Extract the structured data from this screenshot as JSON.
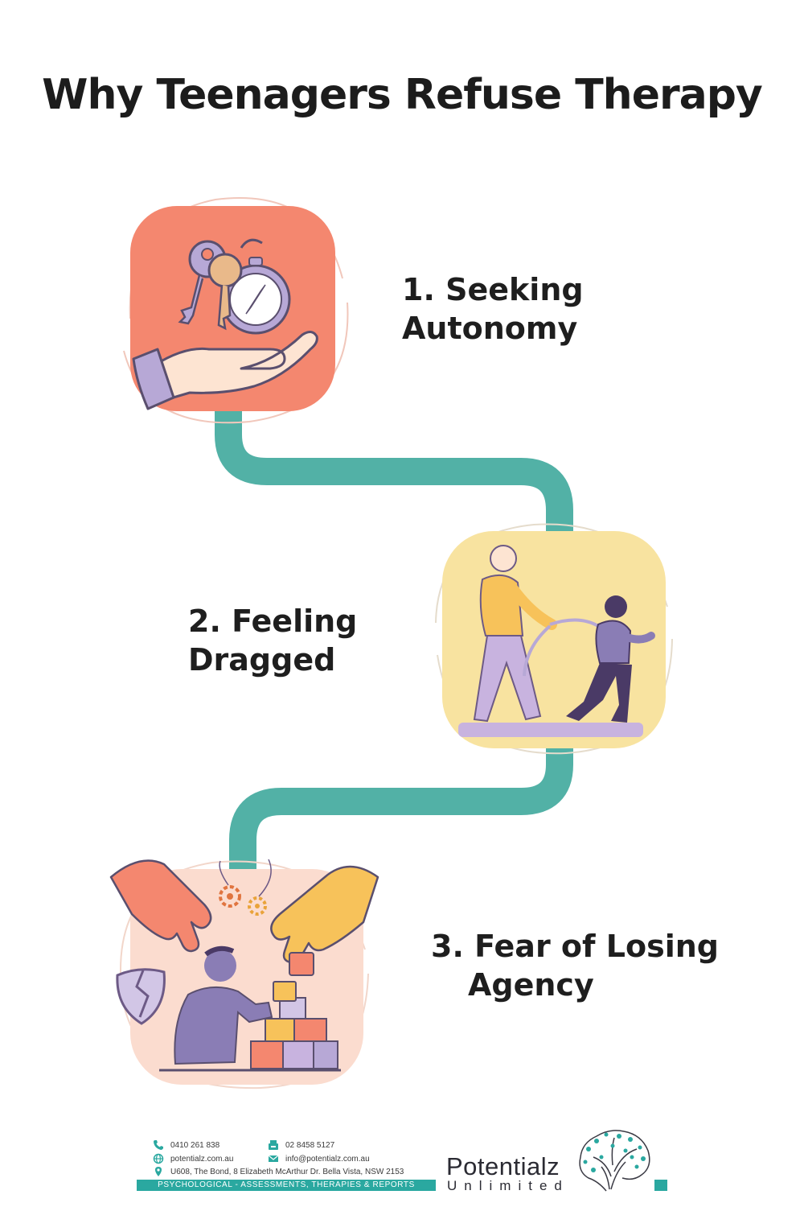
{
  "title": "Why Teenagers Refuse Therapy",
  "steps": [
    {
      "line1": "1. Seeking",
      "line2": "Autonomy",
      "icon": "hand-keys-compass-icon",
      "color": "#f4876f"
    },
    {
      "line1": "2. Feeling",
      "line2": "Dragged",
      "icon": "adult-dragging-teen-icon",
      "color": "#f8e3a0"
    },
    {
      "line1": "3. Fear of Losing",
      "line2": "Agency",
      "icon": "hands-blocks-teen-icon",
      "color": "#fbdccf"
    }
  ],
  "connector_color": "#52b1a6",
  "footer": {
    "phone": "0410  261 838",
    "fax": "02 8458 5127",
    "website": "potentialz.com.au",
    "email": "info@potentialz.com.au",
    "address": "U608, The Bond, 8 Elizabeth McArthur Dr. Bella Vista, NSW 2153",
    "tagline": "PSYCHOLOGICAL - ASSESSMENTS, THERAPIES & REPORTS",
    "brand_name": "Potentialz",
    "brand_sub": "Unlimited",
    "brand_color": "#2aa8a0"
  }
}
